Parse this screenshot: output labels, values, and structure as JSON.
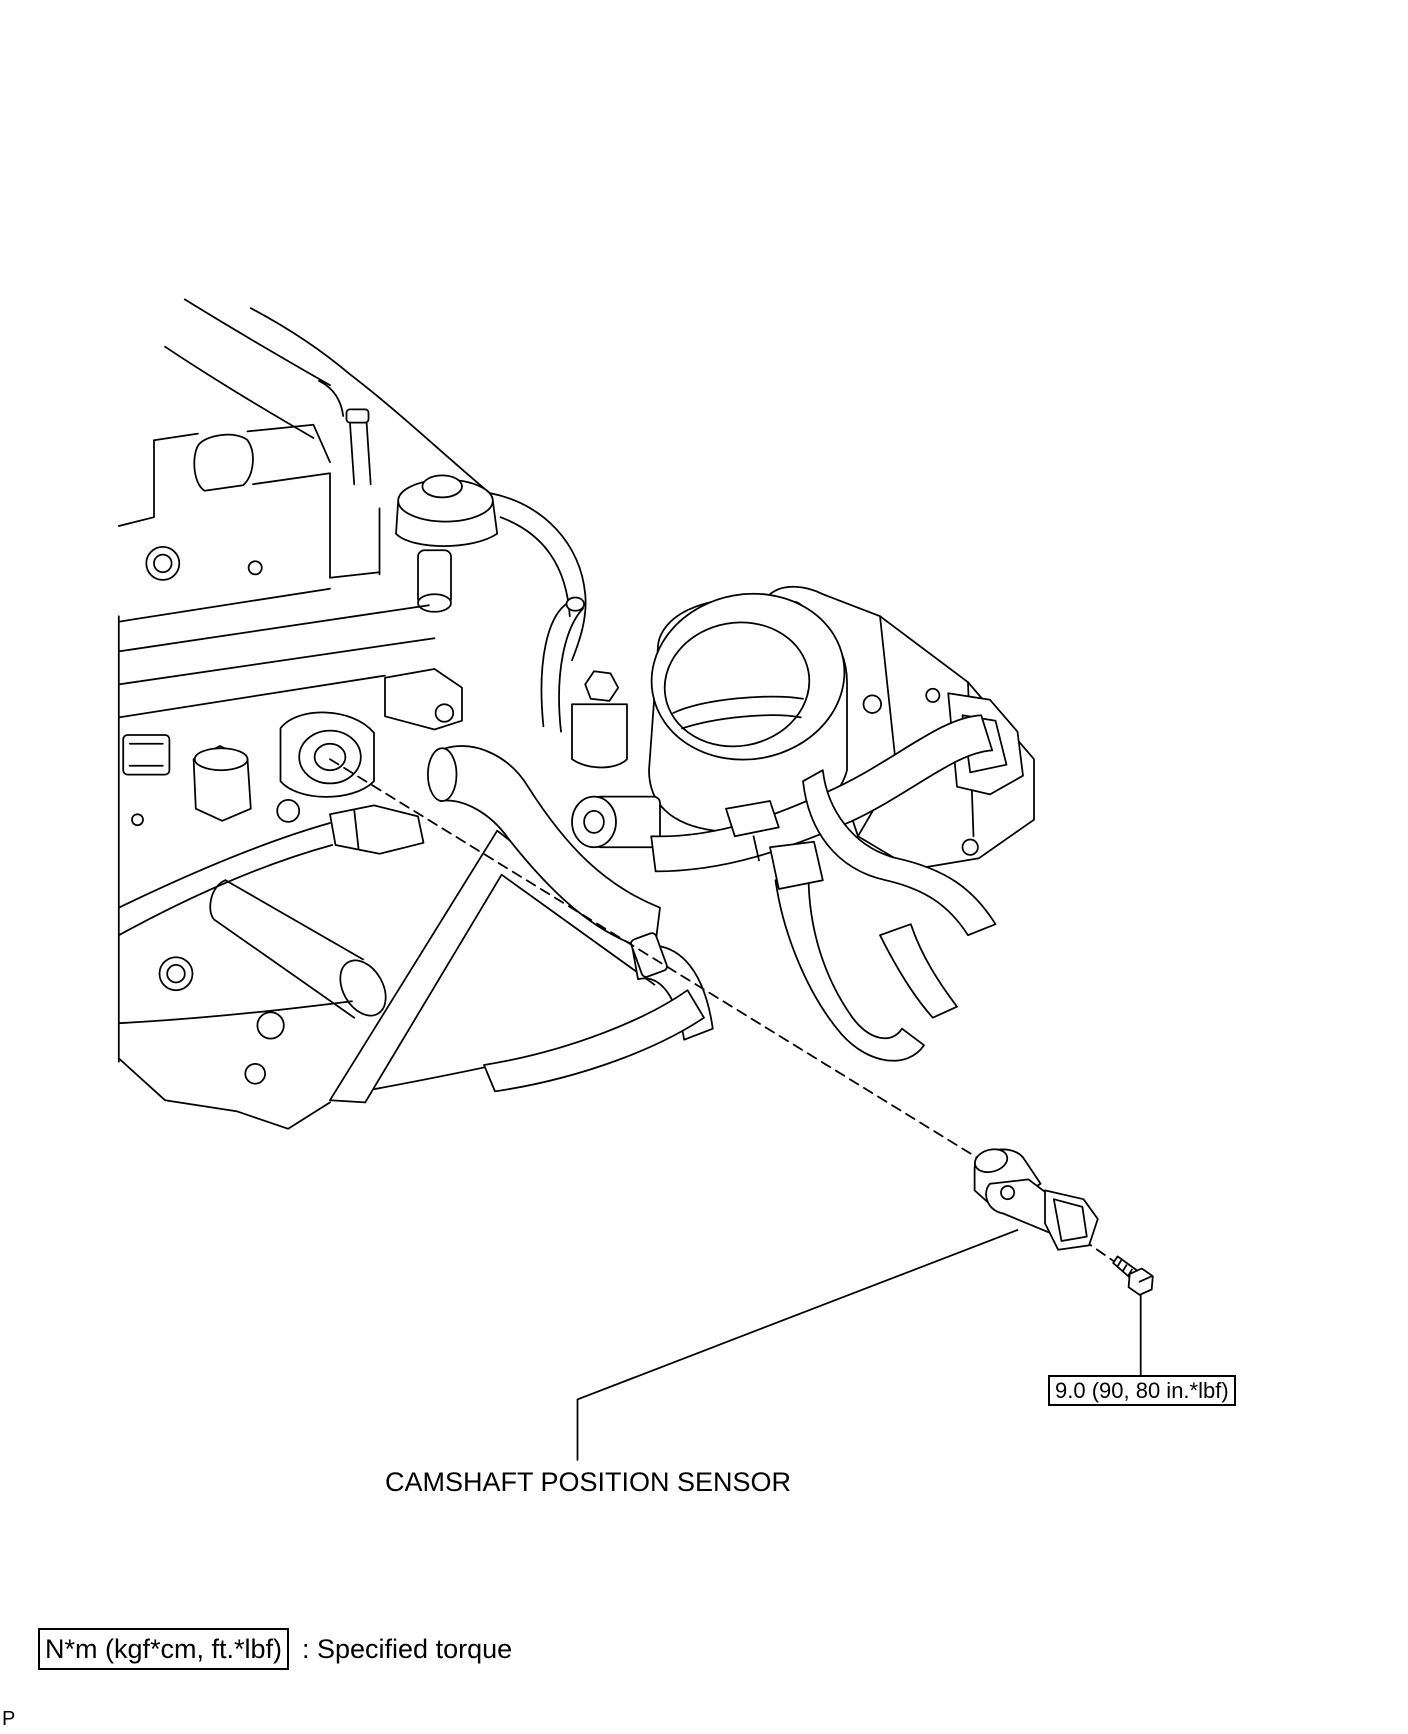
{
  "labels": {
    "part_name": "CAMSHAFT POSITION SENSOR",
    "bolt_torque": "9.0 (90, 80 in.*lbf)"
  },
  "legend": {
    "torque_units": "N*m (kgf*cm, ft.*lbf)",
    "torque_description": ": Specified torque"
  },
  "page_marker": "P",
  "colors": {
    "line": "#000000",
    "background": "#ffffff"
  }
}
